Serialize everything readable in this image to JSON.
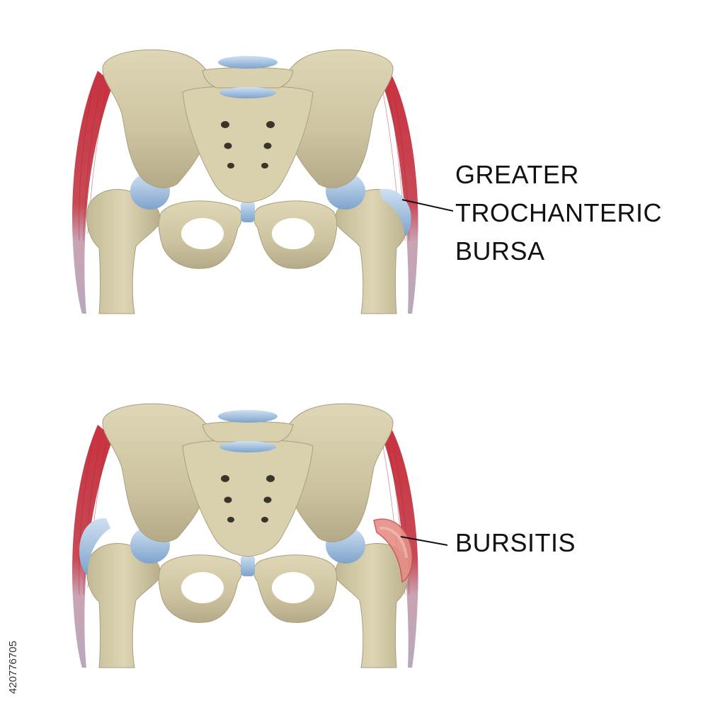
{
  "diagram": {
    "top_label": [
      "GREATER",
      "TROCHANTERIC",
      "BURSA"
    ],
    "bottom_label": [
      "BURSITIS"
    ]
  },
  "stock_id": "420776705",
  "colors": {
    "bone": "#cfc5a2",
    "bone_dark": "#a89f7f",
    "muscle": "#c53a48",
    "tendon": "#c4b4c2",
    "cartilage": "#a8c6e2",
    "inflamed_bursa": "#e6a08f",
    "text": "#111111"
  }
}
